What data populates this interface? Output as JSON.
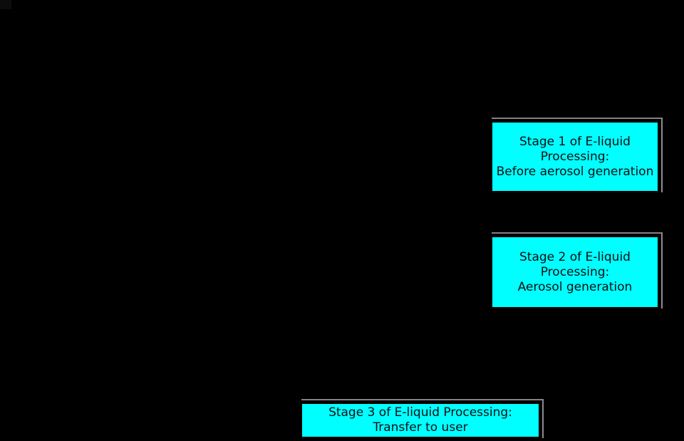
{
  "figure": {
    "background_color": "#000000",
    "box_fill_color": "#00ffff",
    "box_outline_color": "#85808c",
    "text_color": "#0d0d12",
    "stages": [
      {
        "id": 1,
        "label": "Stage 1 of E-liquid\nProcessing:\nBefore aerosol generation"
      },
      {
        "id": 2,
        "label": "Stage 2 of E-liquid\nProcessing:\nAerosol generation"
      },
      {
        "id": 3,
        "label": "Stage 3 of E-liquid Processing:\nTransfer to user"
      }
    ]
  }
}
